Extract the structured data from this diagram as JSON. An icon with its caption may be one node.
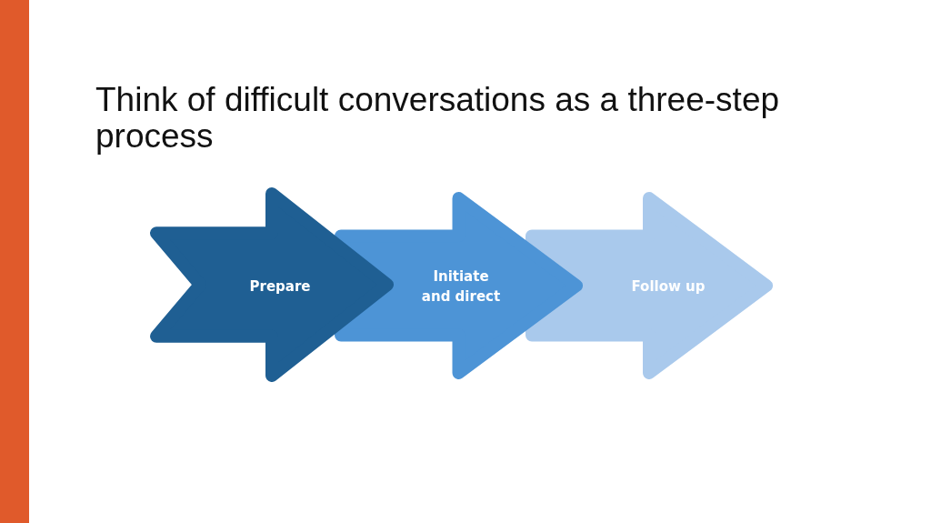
{
  "diagram": {
    "title": "Think of difficult conversations as a three-step process",
    "nodes": [
      {
        "text": [
          "Prepare"
        ]
      },
      {
        "text": [
          "Initiate and direct"
        ]
      },
      {
        "text": [
          "Follow up"
        ]
      }
    ]
  }
}
